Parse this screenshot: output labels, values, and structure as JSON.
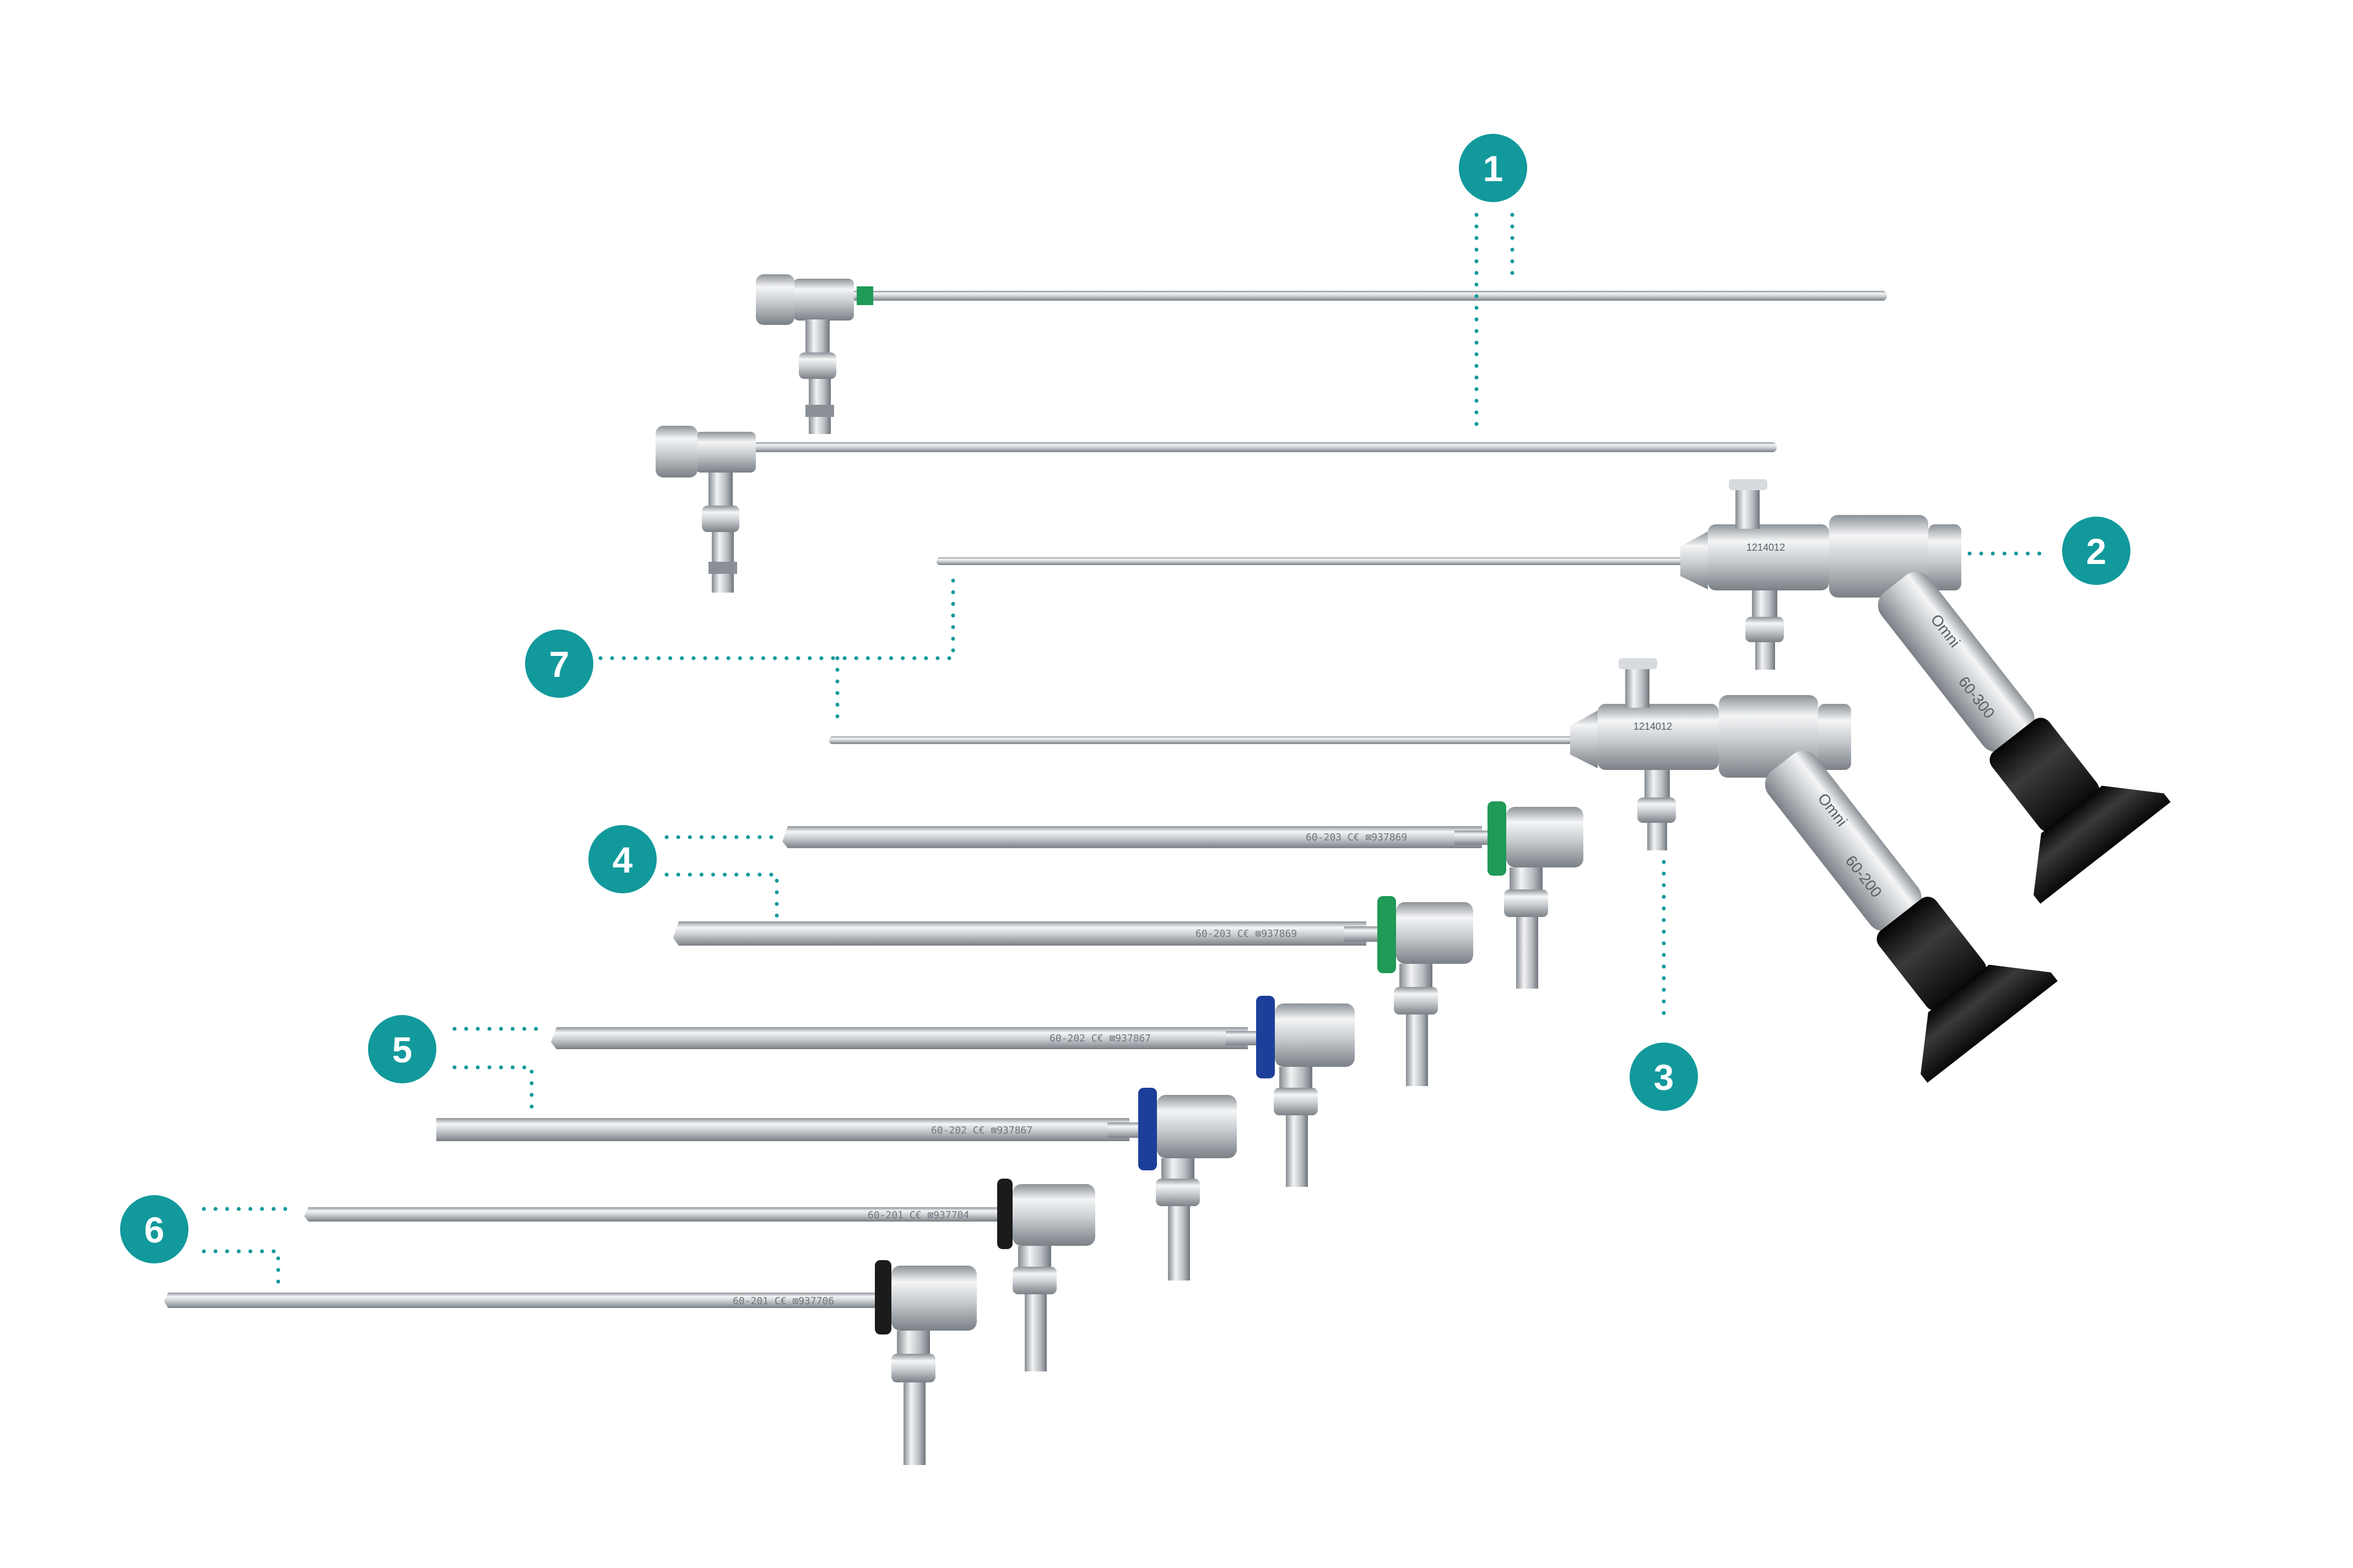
{
  "colors": {
    "badge": "#12999c",
    "badge_text": "#ffffff",
    "steel_light": "#eef0f2",
    "steel_mid": "#c3c8cd",
    "steel_dark": "#8a9096",
    "seal_green": "#1f9a57",
    "seal_blue": "#1d3f9a",
    "seal_black": "#1b1b1b",
    "grip_black": "#151515"
  },
  "callouts": [
    {
      "number": "1"
    },
    {
      "number": "2"
    },
    {
      "number": "3"
    },
    {
      "number": "4"
    },
    {
      "number": "5"
    },
    {
      "number": "6"
    },
    {
      "number": "7"
    }
  ],
  "instruments": {
    "sheath_4a": {
      "engraving": "60-203 C€ ⊠937869"
    },
    "sheath_4b": {
      "engraving": "60-203 C€ ⊠937869"
    },
    "sheath_5a": {
      "engraving": "60-202 C€ ⊠937867"
    },
    "sheath_5b": {
      "engraving": "60-202 C€ ⊠937867"
    },
    "sheath_6a": {
      "engraving": "60-201 C€ ⊠937704"
    },
    "sheath_6b": {
      "engraving": "60-201 C€ ⊠937706"
    },
    "resectoscope_2": {
      "brand": "Omni",
      "model": "60-300",
      "serial": "1214012"
    },
    "resectoscope_3": {
      "brand": "Omni",
      "model": "60-200",
      "serial": "1214012"
    }
  }
}
